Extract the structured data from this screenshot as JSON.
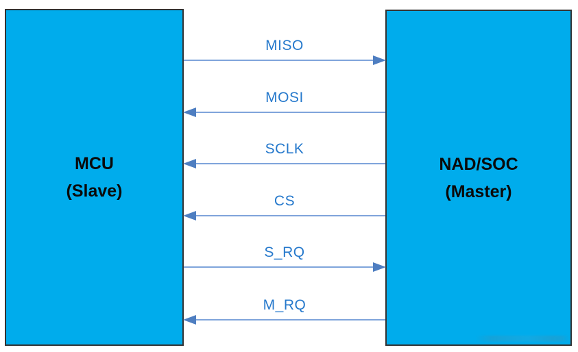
{
  "diagram": {
    "left_box": {
      "title": "MCU",
      "subtitle": "(Slave)"
    },
    "right_box": {
      "title": "NAD/SOC",
      "subtitle": "(Master)"
    },
    "signals": [
      {
        "label": "MISO",
        "direction": "right"
      },
      {
        "label": "MOSI",
        "direction": "left"
      },
      {
        "label": "SCLK",
        "direction": "left"
      },
      {
        "label": "CS",
        "direction": "left"
      },
      {
        "label": "S_RQ",
        "direction": "right"
      },
      {
        "label": "M_RQ",
        "direction": "left"
      }
    ],
    "colors": {
      "box_fill": "#00ACEC",
      "box_border": "#333333",
      "box_text": "#0a0a0a",
      "label_text": "#2679CC",
      "arrow_line": "#7FA4DB",
      "arrow_head": "#4E7EC1"
    }
  }
}
